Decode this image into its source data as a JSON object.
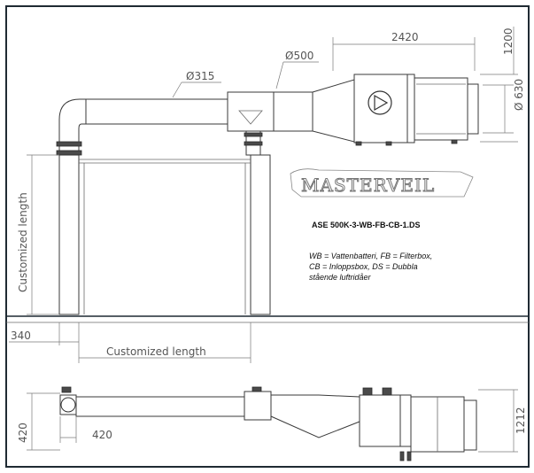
{
  "logo": {
    "text": "MASTERVEIL"
  },
  "model": {
    "code": "ASE 500K-3-WB-FB-CB-1.DS"
  },
  "legend": {
    "line1": "WB = Vattenbatteri, FB = Filterbox,",
    "line2": "CB = Inloppsbox, DS = Dubbla",
    "line3": "stående luftridåer"
  },
  "dimensions": {
    "duct_diameter_small": "Ø315",
    "duct_diameter_large": "Ø500",
    "unit_length": "2420",
    "unit_height": "1200",
    "unit_outlet_diameter": "Ø 630",
    "vertical_length": "Customized length",
    "leg_offset": "340",
    "horizontal_length": "Customized length",
    "side_height_left": "420",
    "side_width_left": "420",
    "side_height_right": "1212"
  }
}
